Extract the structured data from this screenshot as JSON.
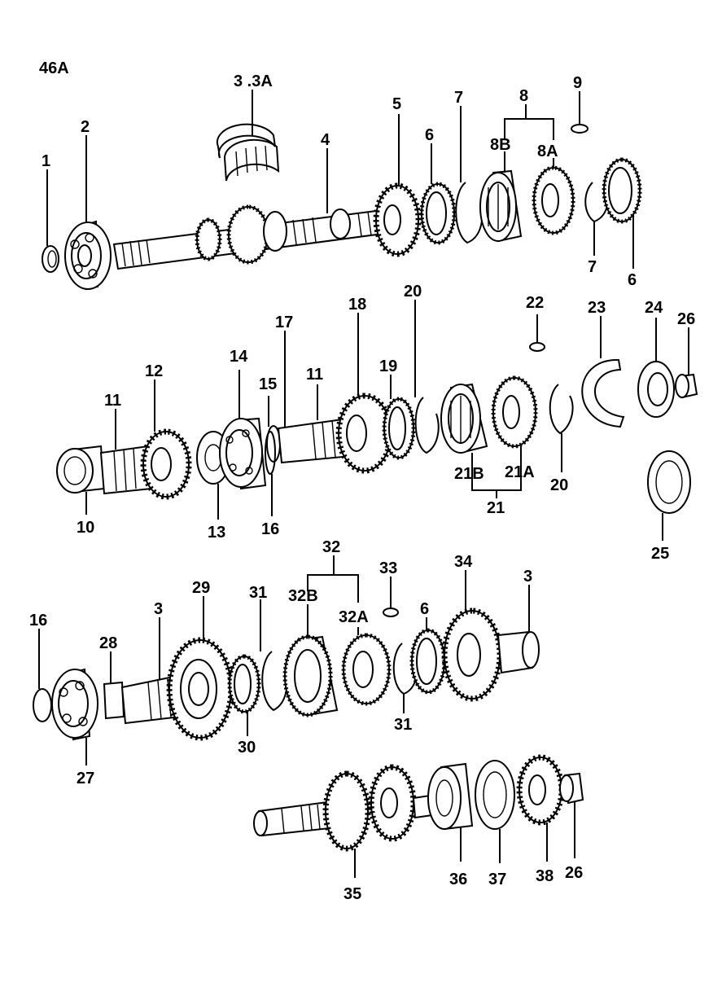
{
  "figure_id": "46A",
  "labels": {
    "l1": "1",
    "l2": "2",
    "l3_3a": "3 .3A",
    "l4": "4",
    "l5": "5",
    "l6a": "6",
    "l7a": "7",
    "l8": "8",
    "l8b": "8B",
    "l8a": "8A",
    "l9": "9",
    "l7b": "7",
    "l6b": "6",
    "l10": "10",
    "l11a": "11",
    "l12": "12",
    "l13": "13",
    "l14": "14",
    "l15": "15",
    "l16a": "16",
    "l17": "17",
    "l11b": "11",
    "l18": "18",
    "l19": "19",
    "l20a": "20",
    "l21b": "21B",
    "l21a": "21A",
    "l21": "21",
    "l20b": "20",
    "l22": "22",
    "l23": "23",
    "l24": "24",
    "l26a": "26",
    "l25": "25",
    "l16b": "16",
    "l27": "27",
    "l28": "28",
    "l3b": "3",
    "l29": "29",
    "l30": "30",
    "l31a": "31",
    "l32": "32",
    "l32b": "32B",
    "l32a": "32A",
    "l33": "33",
    "l31b": "31",
    "l6c": "6",
    "l34": "34",
    "l3c": "3",
    "l35": "35",
    "l36": "36",
    "l37": "37",
    "l38": "38",
    "l26b": "26"
  }
}
